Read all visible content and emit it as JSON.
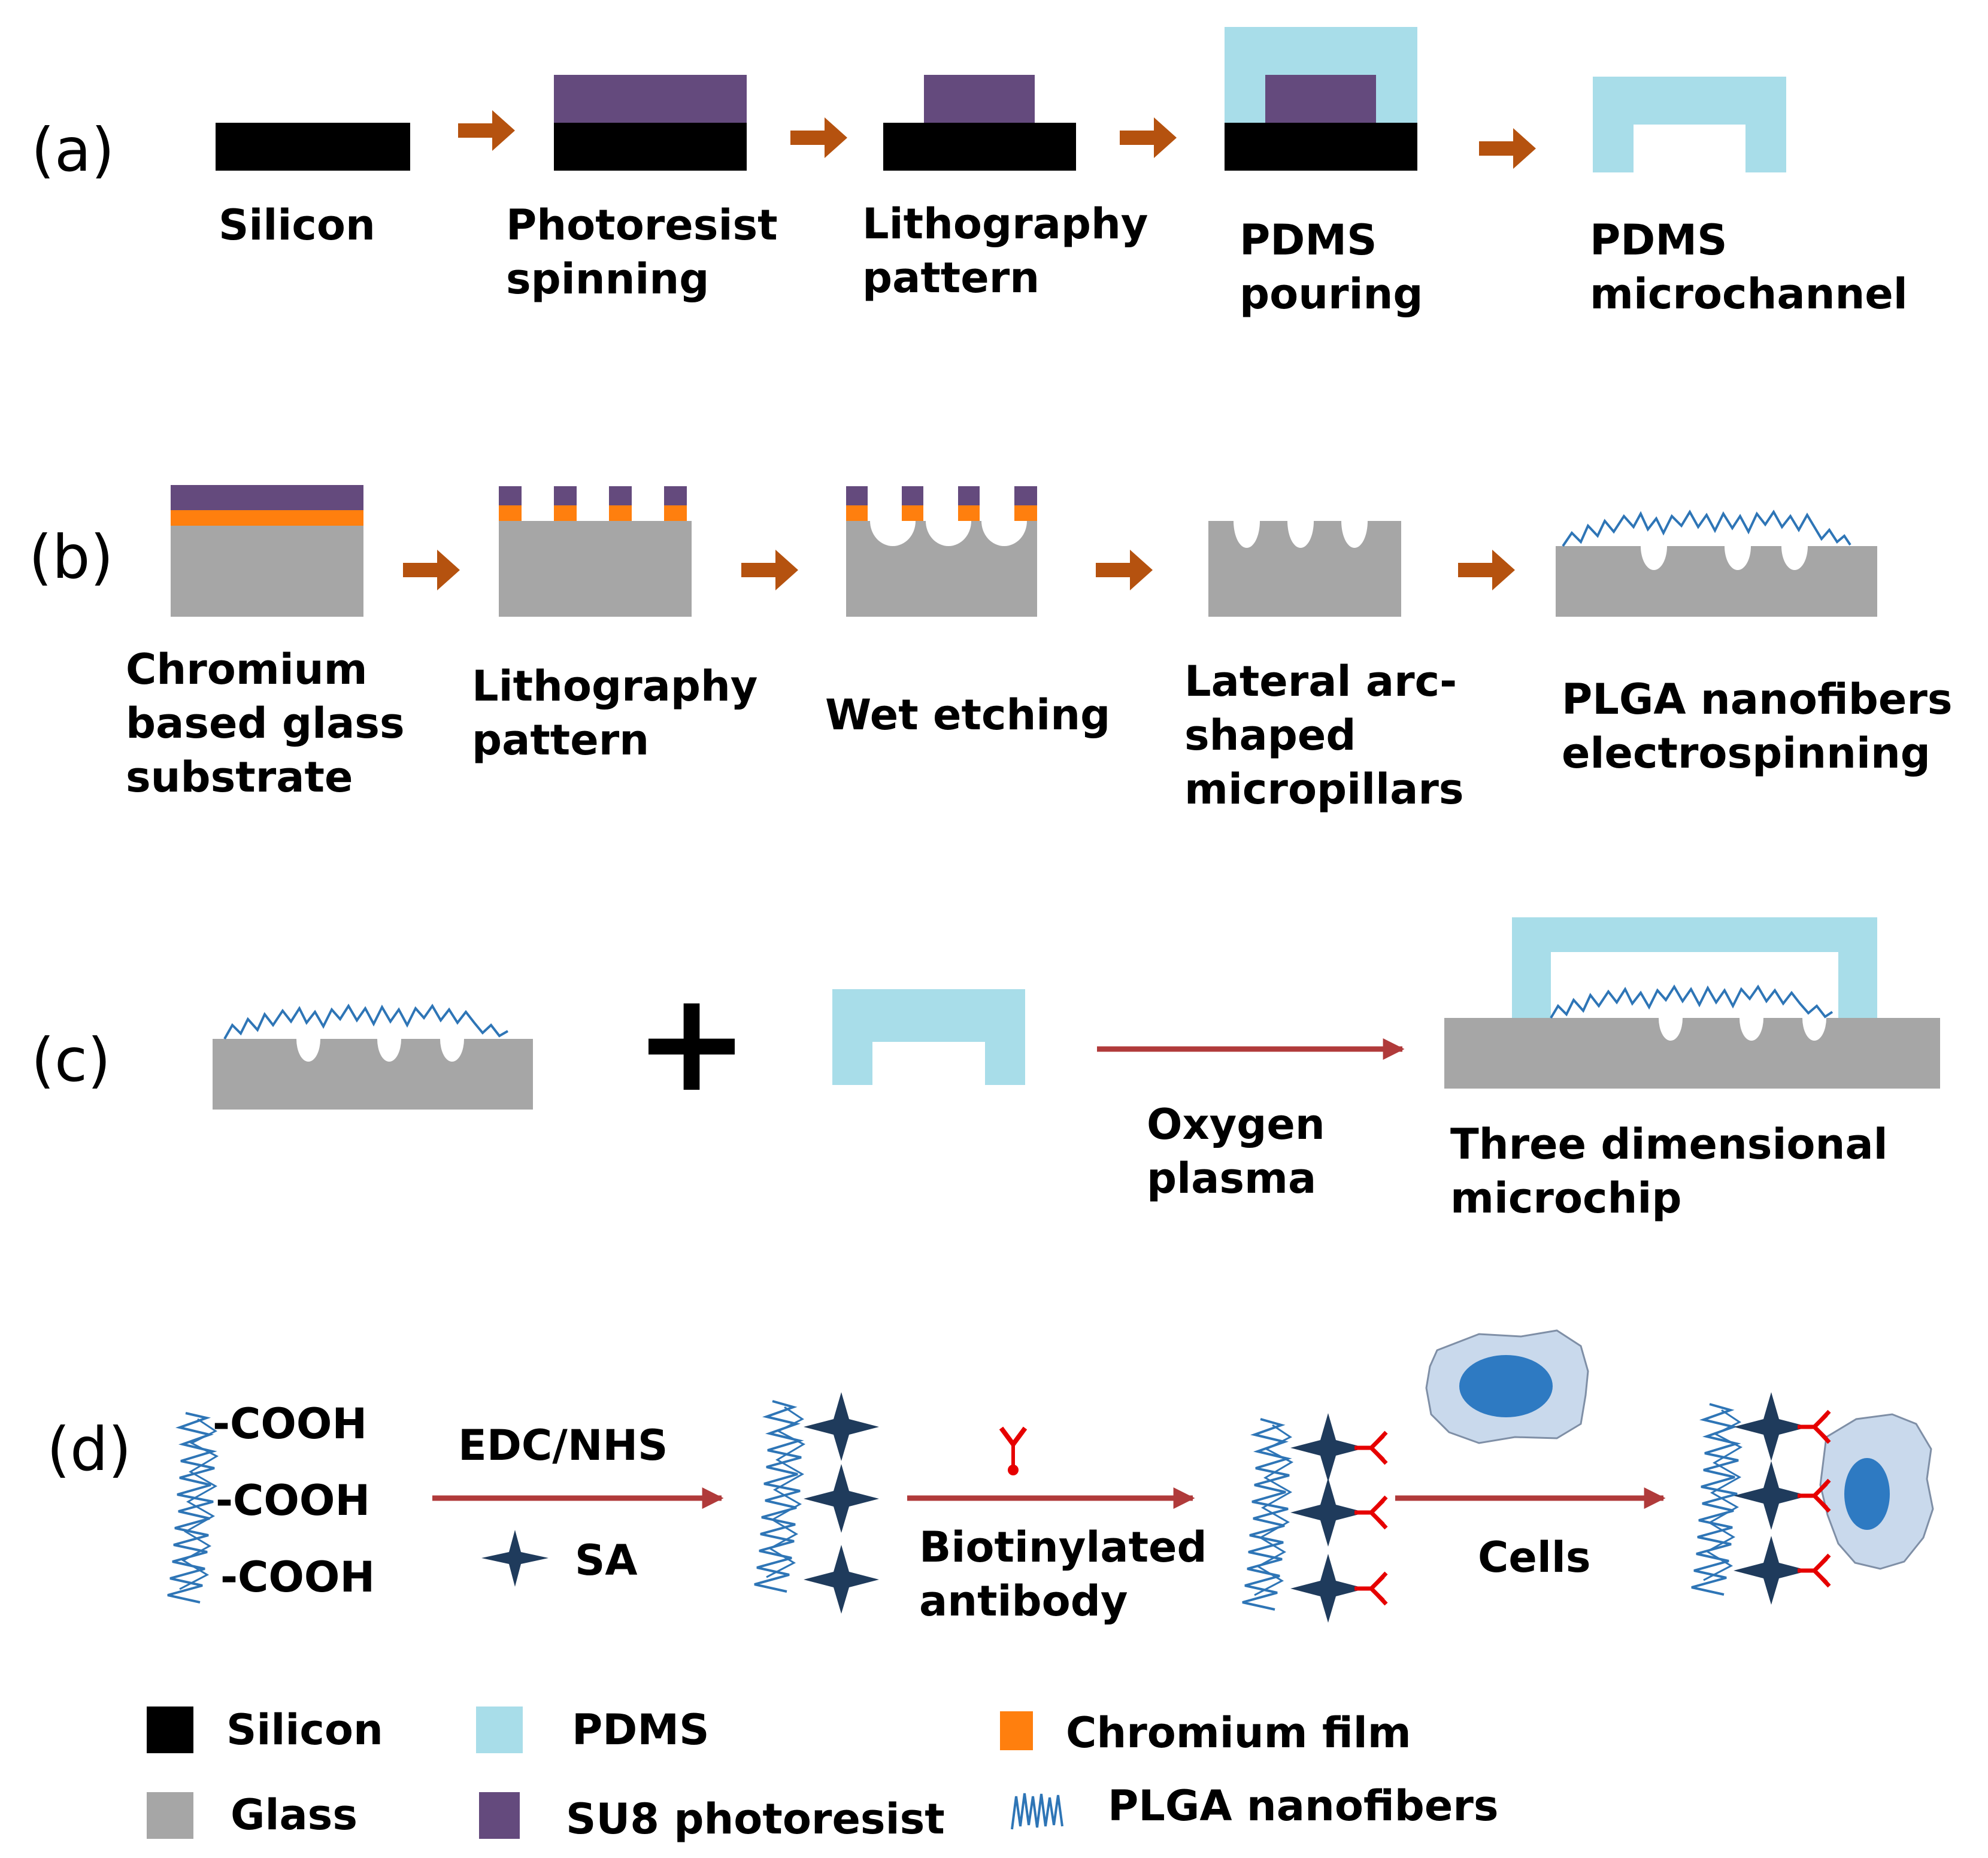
{
  "colors": {
    "silicon": "#000000",
    "glass": "#a6a6a6",
    "pdms": "#a8dde9",
    "photoresist": "#644a7d",
    "chromium": "#ff7f0e",
    "step_arrow": "#b5520f",
    "long_arrow": "#b03a3a",
    "fiber": "#2e75b6",
    "sa_star": "#1f3b5c",
    "antibody": "#e60000",
    "cell": "#c9d9ec",
    "nucleus": "#2e7ac2"
  },
  "panel_a": {
    "tag": "(a)",
    "steps": [
      {
        "line1": "Silicon",
        "line2": ""
      },
      {
        "line1": "Photoresist",
        "line2": "spinning"
      },
      {
        "line1": "Lithography",
        "line2": "pattern"
      },
      {
        "line1": "PDMS",
        "line2": "pouring"
      },
      {
        "line1": "PDMS",
        "line2": "microchannel"
      }
    ]
  },
  "panel_b": {
    "tag": "(b)",
    "steps": [
      {
        "line1": "Chromium",
        "line2": "based glass",
        "line3": "substrate"
      },
      {
        "line1": "Lithography",
        "line2": "pattern",
        "line3": ""
      },
      {
        "line1": "Wet etching",
        "line2": "",
        "line3": ""
      },
      {
        "line1": "Lateral arc-",
        "line2": "shaped",
        "line3": "micropillars"
      },
      {
        "line1": "PLGA nanofibers",
        "line2": "electrospinning",
        "line3": ""
      }
    ]
  },
  "panel_c": {
    "tag": "(c)",
    "plus": "+",
    "arrow_line1": "Oxygen",
    "arrow_line2": "plasma",
    "result_line1": "Three dimensional",
    "result_line2": "microchip"
  },
  "panel_d": {
    "tag": "(d)",
    "cooh": [
      "-COOH",
      "-COOH",
      "-COOH"
    ],
    "arrow1_label": "EDC/NHS",
    "sa_label": "SA",
    "arrow2_line1": "Biotinylated",
    "arrow2_line2": "antibody",
    "arrow3_label": "Cells"
  },
  "legend": [
    {
      "label": "Silicon",
      "key": "silicon"
    },
    {
      "label": "PDMS",
      "key": "pdms"
    },
    {
      "label": "Chromium film",
      "key": "chromium"
    },
    {
      "label": "Glass",
      "key": "glass"
    },
    {
      "label": "SU8 photoresist",
      "key": "photoresist"
    },
    {
      "label": "PLGA nanofibers",
      "key": "fiber"
    }
  ]
}
